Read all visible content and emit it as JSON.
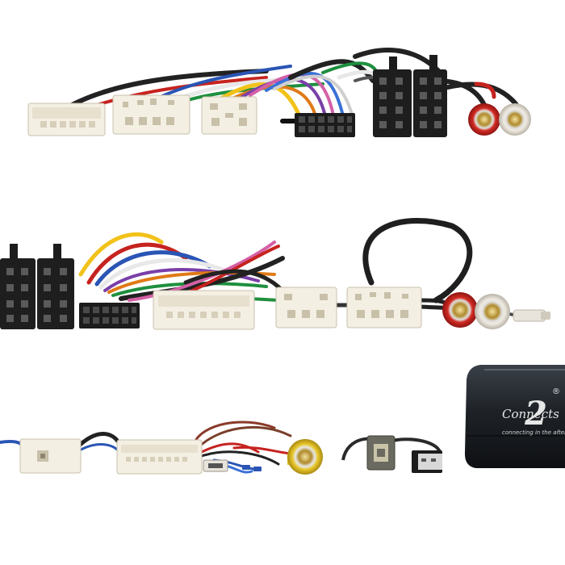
{
  "logo": {
    "numeral": "2",
    "brand": "Connects",
    "registered": "®",
    "tagline": "connecting in the aftermarket"
  },
  "colors": {
    "background": "#ffffff",
    "connector_white": "#f2ede2",
    "connector_black": "#1c1c1c",
    "rca_red": "#c8201e",
    "rca_white": "#e6e2da",
    "module_body": "#1b1f24"
  }
}
